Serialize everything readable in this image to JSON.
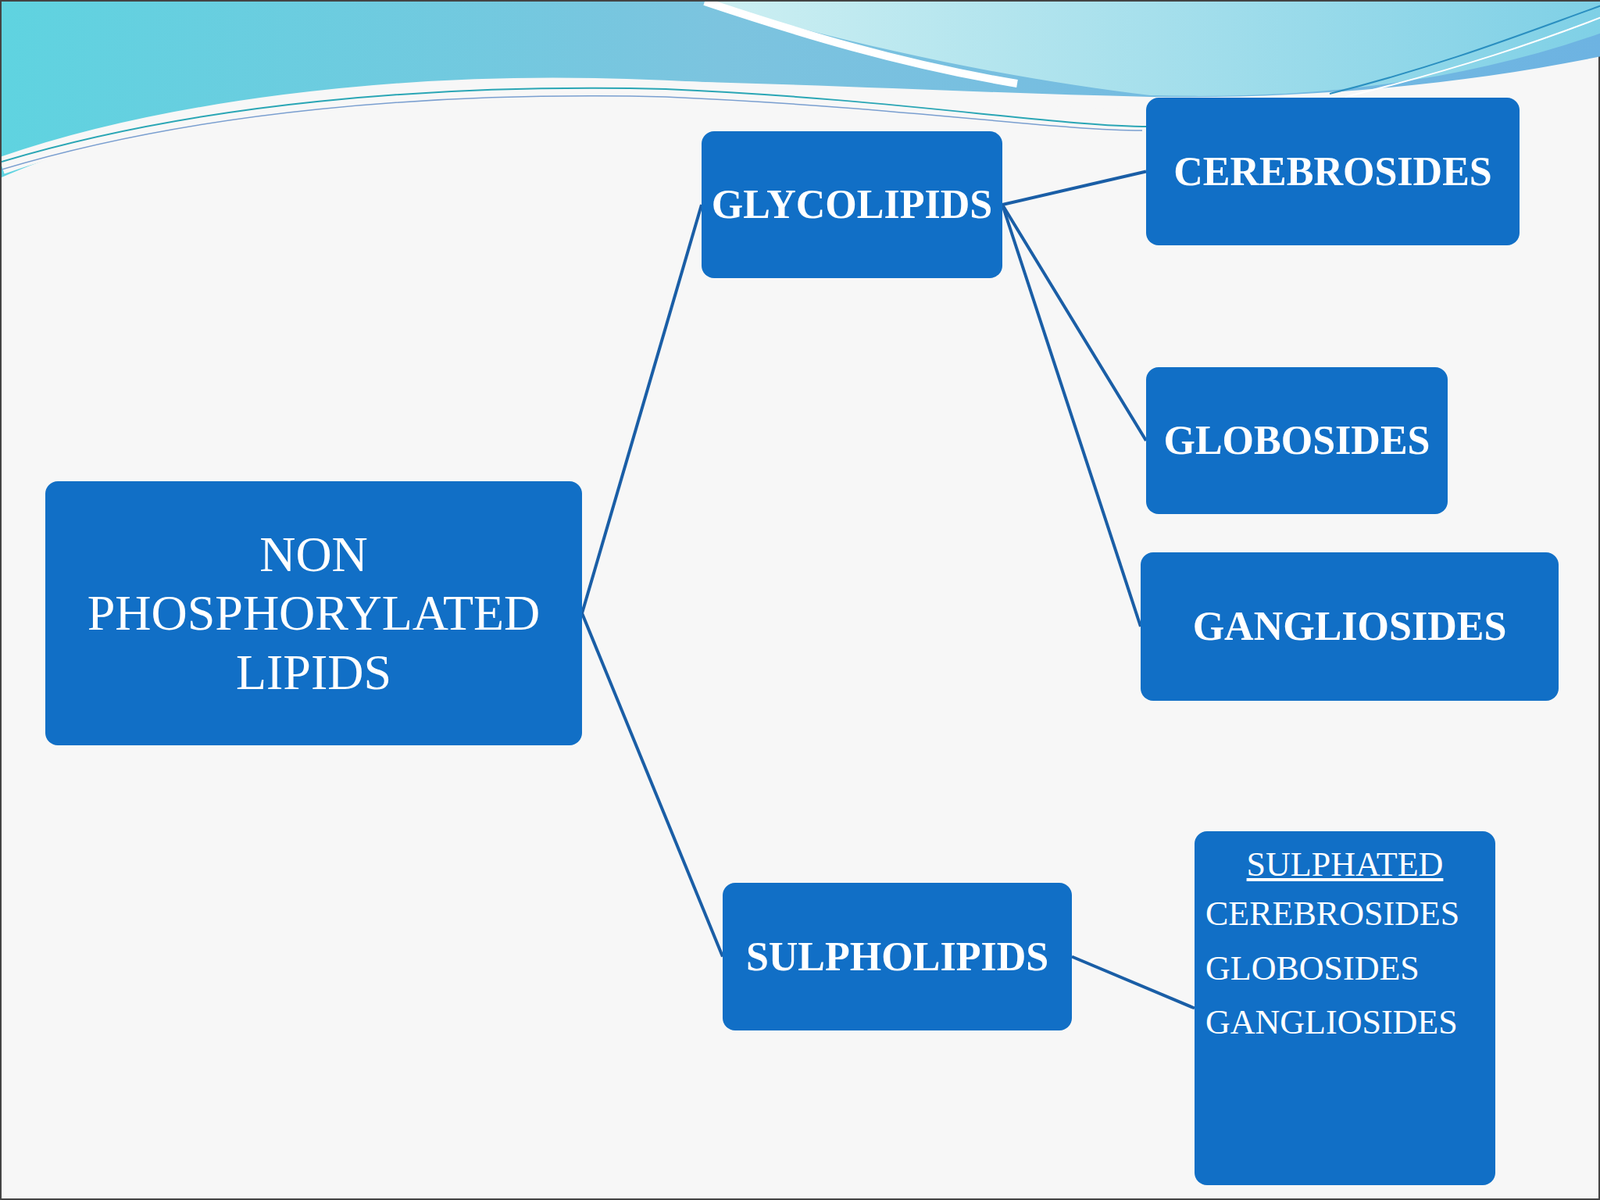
{
  "diagram": {
    "nodes": [
      {
        "text": [
          "NON PHOSPHORYLATED LIPIDS"
        ]
      },
      {
        "text": [
          "GLYCOLIPIDS"
        ]
      },
      {
        "text": [
          "CEREBROSIDES"
        ]
      },
      {
        "text": [
          "GLOBOSIDES"
        ]
      },
      {
        "text": [
          "GANGLIOSIDES"
        ]
      },
      {
        "text": [
          "SULPHOLIPIDS"
        ]
      },
      {
        "text": [
          "SULPHATED",
          "CEREBROSIDES GLOBOSIDES GANGLIOSIDES"
        ]
      }
    ],
    "edges": [
      {
        "from": 0,
        "to": 1,
        "arrow": "none"
      },
      {
        "from": 0,
        "to": 5,
        "arrow": "none"
      },
      {
        "from": 1,
        "to": 2,
        "arrow": "none"
      },
      {
        "from": 1,
        "to": 3,
        "arrow": "none"
      },
      {
        "from": 1,
        "to": 4,
        "arrow": "none"
      },
      {
        "from": 5,
        "to": 6,
        "arrow": "none"
      }
    ]
  }
}
